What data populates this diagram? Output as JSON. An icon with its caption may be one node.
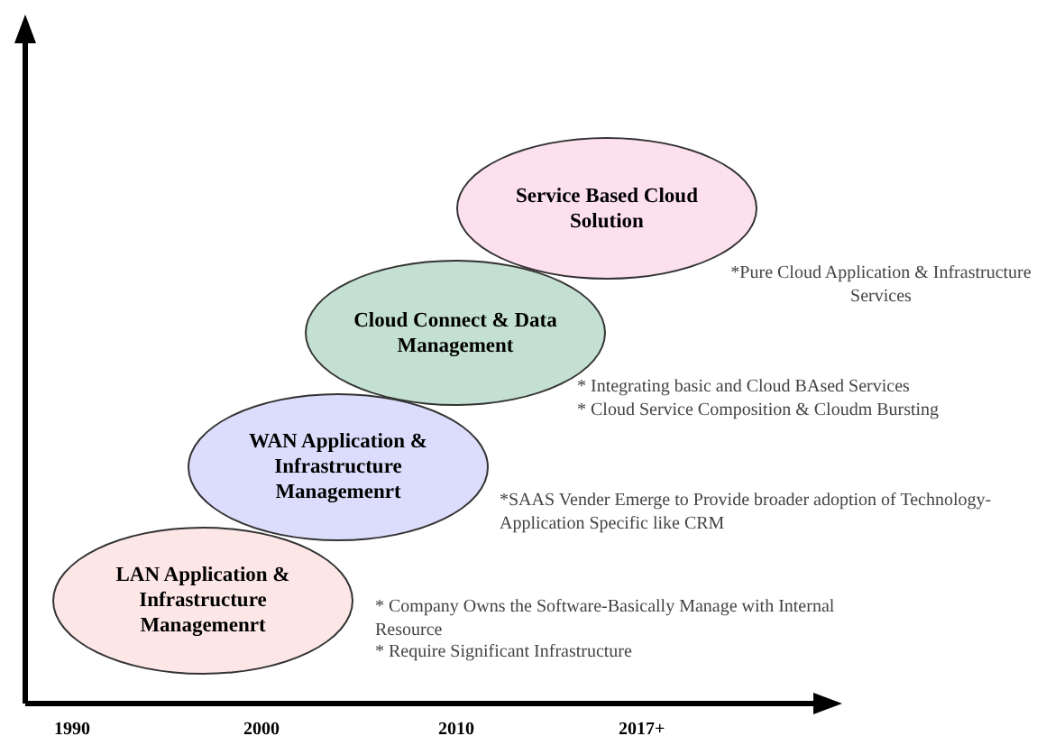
{
  "diagram": {
    "nodes": [
      {
        "text": [
          "Service Based Cloud Solution"
        ],
        "beside": [
          "*Pure Cloud Application & Infrastructure Services"
        ]
      },
      {
        "text": [
          "Cloud Connect & Data Management"
        ],
        "beside": [
          "* Integrating basic and Cloud BAsed Services",
          "* Cloud Service Composition & Cloudm Bursting"
        ]
      },
      {
        "text": [
          "WAN Application & Infrastructure Managemenrt"
        ],
        "beside": [
          "*SAAS Vender Emerge to Provide broader adoption of Technology-Application Specific like CRM"
        ]
      },
      {
        "text": [
          "LAN Application & Infrastructure Managemenrt"
        ],
        "beside": [
          "* Company Owns the Software-Basically Manage with Internal Resource",
          "* Require Significant Infrastructure"
        ]
      }
    ],
    "edges": [],
    "labels": [
      "1990",
      "2000",
      "2010",
      "2017+"
    ]
  }
}
